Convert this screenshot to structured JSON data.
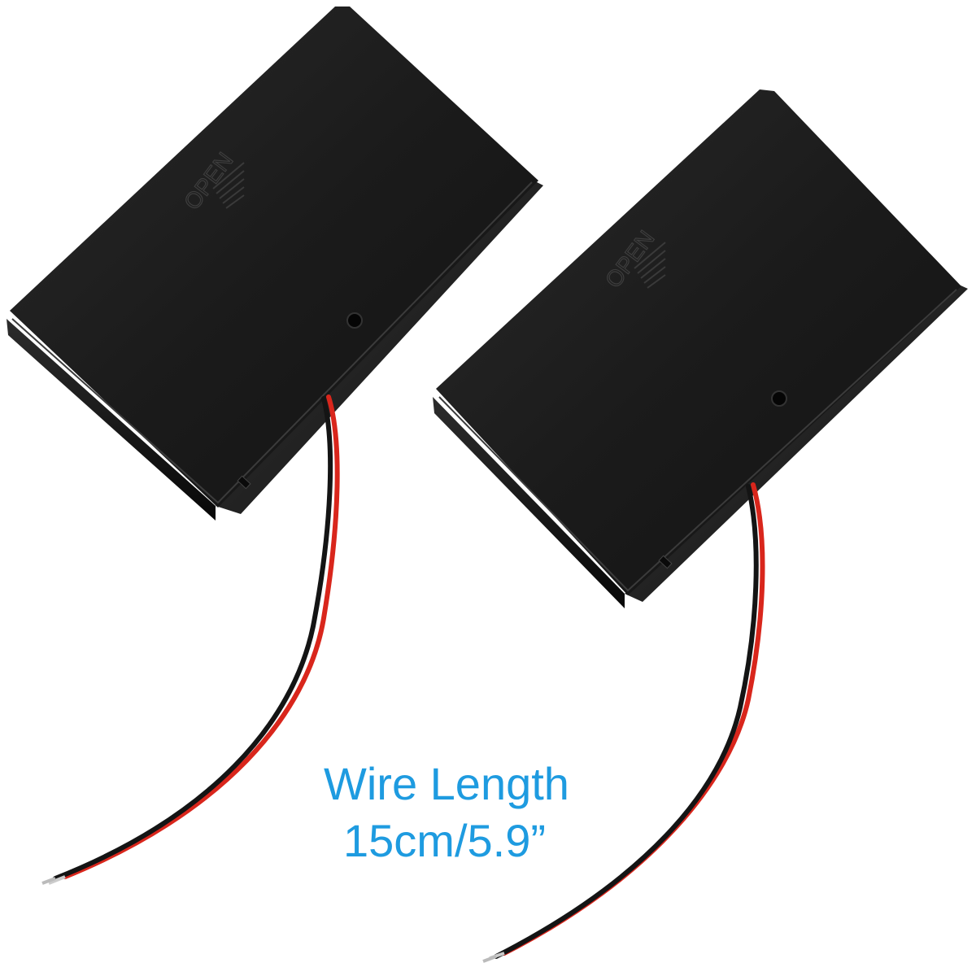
{
  "image": {
    "background_color": "#ffffff",
    "accent_colors": {
      "case": "#121212",
      "wire_red": "#d9261c",
      "wire_black": "#141414",
      "caption": "#1e9be0"
    }
  },
  "products": [
    {
      "name": "battery-holder-left",
      "embossed_label": "OPEN",
      "features": [
        "snap-lid",
        "screw-hole",
        "side-switch",
        "two-wire-lead"
      ]
    },
    {
      "name": "battery-holder-right",
      "embossed_label": "OPEN",
      "features": [
        "snap-lid",
        "screw-hole",
        "side-switch",
        "two-wire-lead"
      ]
    }
  ],
  "caption": {
    "line1": "Wire Length",
    "line2": "15cm/5.9”"
  }
}
